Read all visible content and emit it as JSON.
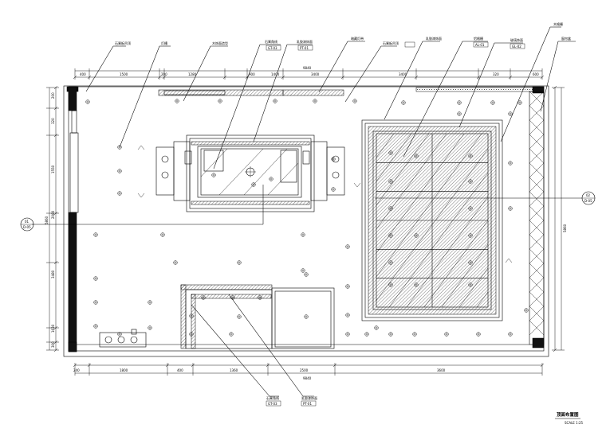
{
  "drawing": {
    "sheet_title": "顶面布置图",
    "scale": "SCALE 1:25"
  },
  "tags": [
    {
      "id": "t1",
      "text": "石膏板吊顶"
    },
    {
      "id": "t2",
      "text": "灯槽"
    },
    {
      "id": "t3",
      "text": "木饰面造型"
    },
    {
      "id": "t4",
      "text": "石膏角线",
      "code": "GT-03"
    },
    {
      "id": "t5",
      "text": "乳胶漆饰面",
      "code": "PT-01"
    },
    {
      "id": "t6",
      "text": "暗藏灯带"
    },
    {
      "id": "t7",
      "text": "石膏板吊顶"
    },
    {
      "id": "t8",
      "text": "乳胶漆饰面"
    },
    {
      "id": "t9",
      "text": "铝格栅",
      "code": "AL-01"
    },
    {
      "id": "t10",
      "text": "玻璃饰面",
      "code": "GL-02"
    },
    {
      "id": "t11",
      "text": "木格栅"
    },
    {
      "id": "t12",
      "text": "窗帘盒"
    },
    {
      "id": "t13",
      "text": "石膏角线",
      "code": "GT-03"
    },
    {
      "id": "t14",
      "text": "乳胶漆饰面",
      "code": "PT-01"
    }
  ],
  "section_markers": [
    {
      "id": "left",
      "number": "01",
      "sheet": "D-05"
    },
    {
      "id": "right",
      "number": "02",
      "sheet": "D-05"
    }
  ],
  "dimensions": {
    "top": [
      "400",
      "1500",
      "200",
      "1280",
      "900",
      "1400",
      "3400",
      "3400",
      "320",
      "600"
    ],
    "top_total": "9840",
    "bottom": [
      "240",
      "1800",
      "400",
      "1360",
      "2500",
      "3600"
    ],
    "bottom_total": "9840",
    "left": [
      "200",
      "320",
      "1550",
      "2080",
      "3480",
      "1630",
      "300"
    ],
    "left_total": "5860",
    "right_total": "5860"
  }
}
